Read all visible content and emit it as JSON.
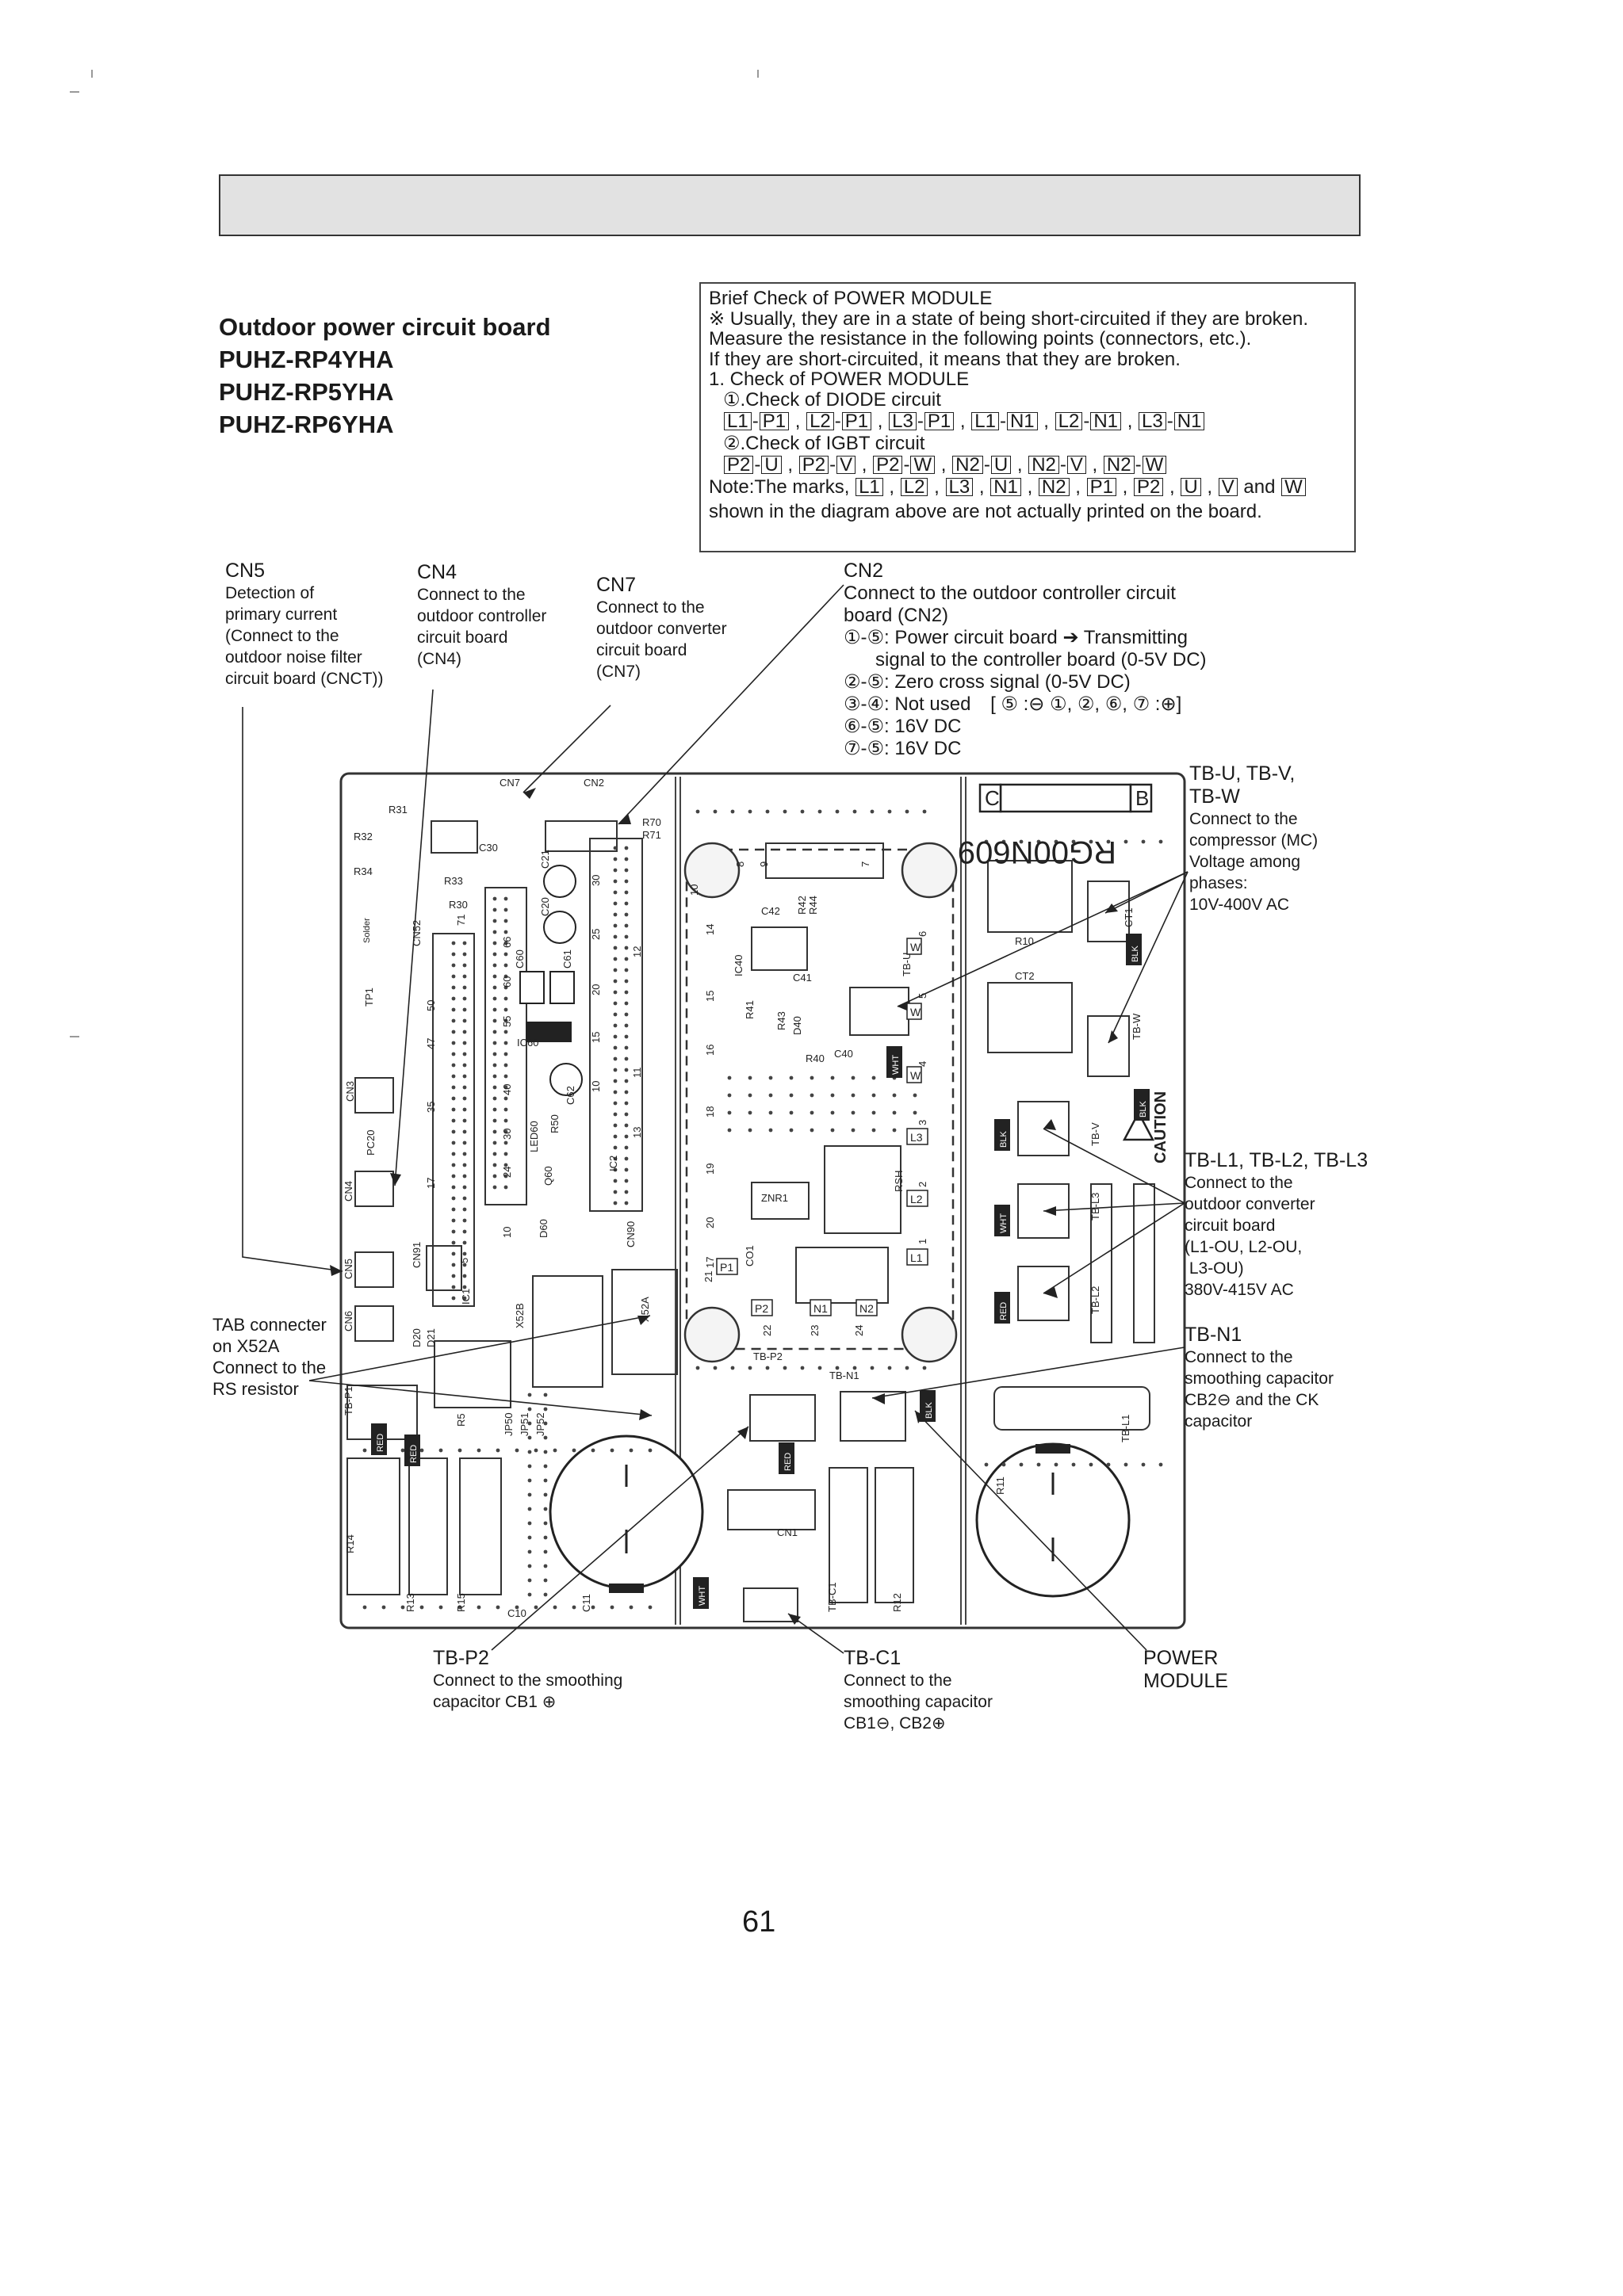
{
  "header": {
    "title": ""
  },
  "page_title": {
    "lines": [
      "Outdoor power circuit board",
      "PUHZ-RP4YHA",
      "PUHZ-RP5YHA",
      "PUHZ-RP6YHA"
    ]
  },
  "check_box": {
    "title": "Brief Check of POWER MODULE",
    "note1": "※ Usually, they are in a state of being short-circuited if they are broken.",
    "note2": "Measure the resistance in the following points (connectors, etc.).",
    "note3": "If they are short-circuited, it means that they are broken.",
    "step1": "1. Check of POWER MODULE",
    "diode_title": "①.Check of DIODE circuit",
    "diode_pairs": [
      [
        "L1",
        "P1"
      ],
      [
        "L2",
        "P1"
      ],
      [
        "L3",
        "P1"
      ],
      [
        "L1",
        "N1"
      ],
      [
        "L2",
        "N1"
      ],
      [
        "L3",
        "N1"
      ]
    ],
    "igbt_title": "②.Check of IGBT circuit",
    "igbt_pairs": [
      [
        "P2",
        "U"
      ],
      [
        "P2",
        "V"
      ],
      [
        "P2",
        "W"
      ],
      [
        "N2",
        "U"
      ],
      [
        "N2",
        "V"
      ],
      [
        "N2",
        "W"
      ]
    ],
    "marks_prefix": "Note:The marks,",
    "marks": [
      "L1",
      "L2",
      "L3",
      "N1",
      "N2",
      "P1",
      "P2",
      "U",
      "V",
      "W"
    ],
    "marks_and": "and",
    "marks_suffix": "shown in the diagram above are not actually printed on the board."
  },
  "callouts": {
    "cn5": {
      "title": "CN5",
      "lines": [
        "Detection of",
        "primary current",
        "(Connect to the",
        "outdoor noise filter",
        "circuit board (CNCT))"
      ]
    },
    "cn4": {
      "title": "CN4",
      "lines": [
        "Connect to the",
        "outdoor controller",
        "circuit board",
        "(CN4)"
      ]
    },
    "cn7": {
      "title": "CN7",
      "lines": [
        "Connect to the",
        "outdoor converter",
        "circuit board",
        "(CN7)"
      ]
    },
    "cn2": {
      "title": "CN2",
      "lines": [
        "Connect to the outdoor controller circuit",
        "board (CN2)",
        "①-⑤: Power circuit board ➔ Transmitting",
        "      signal to the controller board (0-5V DC)",
        "②-⑤: Zero cross signal (0-5V DC)",
        "③-④: Not used",
        "⑥-⑤: 16V DC",
        "⑦-⑤: 16V DC"
      ],
      "bracket": "[ ⑤ :⊖     ①, ②, ⑥, ⑦ :⊕]"
    },
    "tbuvw": {
      "title1": "TB-U, TB-V,",
      "title2": "TB-W",
      "lines": [
        "Connect to the",
        "compressor (MC)",
        "Voltage among",
        "phases:",
        "10V-400V AC"
      ]
    },
    "tbl": {
      "title": "TB-L1, TB-L2, TB-L3",
      "lines": [
        "Connect to the",
        "outdoor converter",
        "circuit board",
        "(L1-OU, L2-OU,",
        " L3-OU)",
        "380V-415V AC"
      ]
    },
    "tbn1": {
      "title": "TB-N1",
      "lines": [
        "Connect to the",
        "smoothing capacitor",
        "CB2⊖  and the CK",
        "capacitor"
      ]
    },
    "tab": {
      "lines": [
        "TAB connecter",
        "on X52A",
        "Connect to the",
        "RS resistor"
      ]
    },
    "tbp2": {
      "title": "TB-P2",
      "lines": [
        "Connect to the smoothing",
        "capacitor CB1 ⊕"
      ]
    },
    "tbc1": {
      "title": "TB-C1",
      "lines": [
        "Connect to the",
        "smoothing capacitor",
        "CB1⊖, CB2⊕"
      ]
    },
    "pm": {
      "lines": [
        "POWER",
        "MODULE"
      ]
    }
  },
  "board": {
    "part_no": "RG00N609",
    "c": "C",
    "b": "B",
    "caution": "CAUTION",
    "refs": [
      "CN7",
      "CN2",
      "R31",
      "R32",
      "R34",
      "R33",
      "R30",
      "R71",
      "R70",
      "C30",
      "C21",
      "C20",
      "CN52",
      "TP1",
      "CN3",
      "PC20",
      "CN4",
      "CN5",
      "CN91",
      "CN6",
      "D20",
      "D21",
      "IC1",
      "X52B",
      "X52A",
      "IC2",
      "CN90",
      "C60",
      "C61",
      "IC60",
      "C62",
      "R50",
      "LED60",
      "Q60",
      "D60",
      "TB-P1",
      "R5",
      "JP50",
      "JP51",
      "JP52",
      "R14",
      "R13",
      "R15",
      "C11",
      "C42",
      "R42",
      "R44",
      "IC40",
      "C41",
      "R41",
      "R43",
      "D40",
      "R40",
      "C40",
      "ZNR1",
      "RSH",
      "CO1",
      "TB-P2",
      "TB-N1",
      "CN1",
      "TB-C1",
      "R12",
      "R10",
      "CT2",
      "CT1",
      "TB-W",
      "TB-U",
      "TB-V",
      "TB-L3",
      "TB-L2",
      "TB-L1",
      "R11",
      "C10"
    ],
    "colors": [
      "RED",
      "BLK",
      "WHT"
    ],
    "terminals": [
      "W",
      "W",
      "W",
      "L3",
      "L2",
      "L1",
      "P1",
      "P2",
      "N1",
      "N2"
    ],
    "solder": "Solder",
    "pin_numbers": [
      "30",
      "25",
      "20",
      "15",
      "10",
      "66",
      "60",
      "55",
      "50",
      "47",
      "40",
      "35",
      "30",
      "24",
      "17",
      "10",
      "5",
      "71",
      "8",
      "9",
      "7",
      "16",
      "15",
      "14",
      "10",
      "11",
      "12",
      "6",
      "5",
      "4",
      "3",
      "2",
      "1",
      "21",
      "22",
      "23",
      "24",
      "13",
      "18",
      "19",
      "20",
      "17"
    ]
  },
  "page_number": "61"
}
